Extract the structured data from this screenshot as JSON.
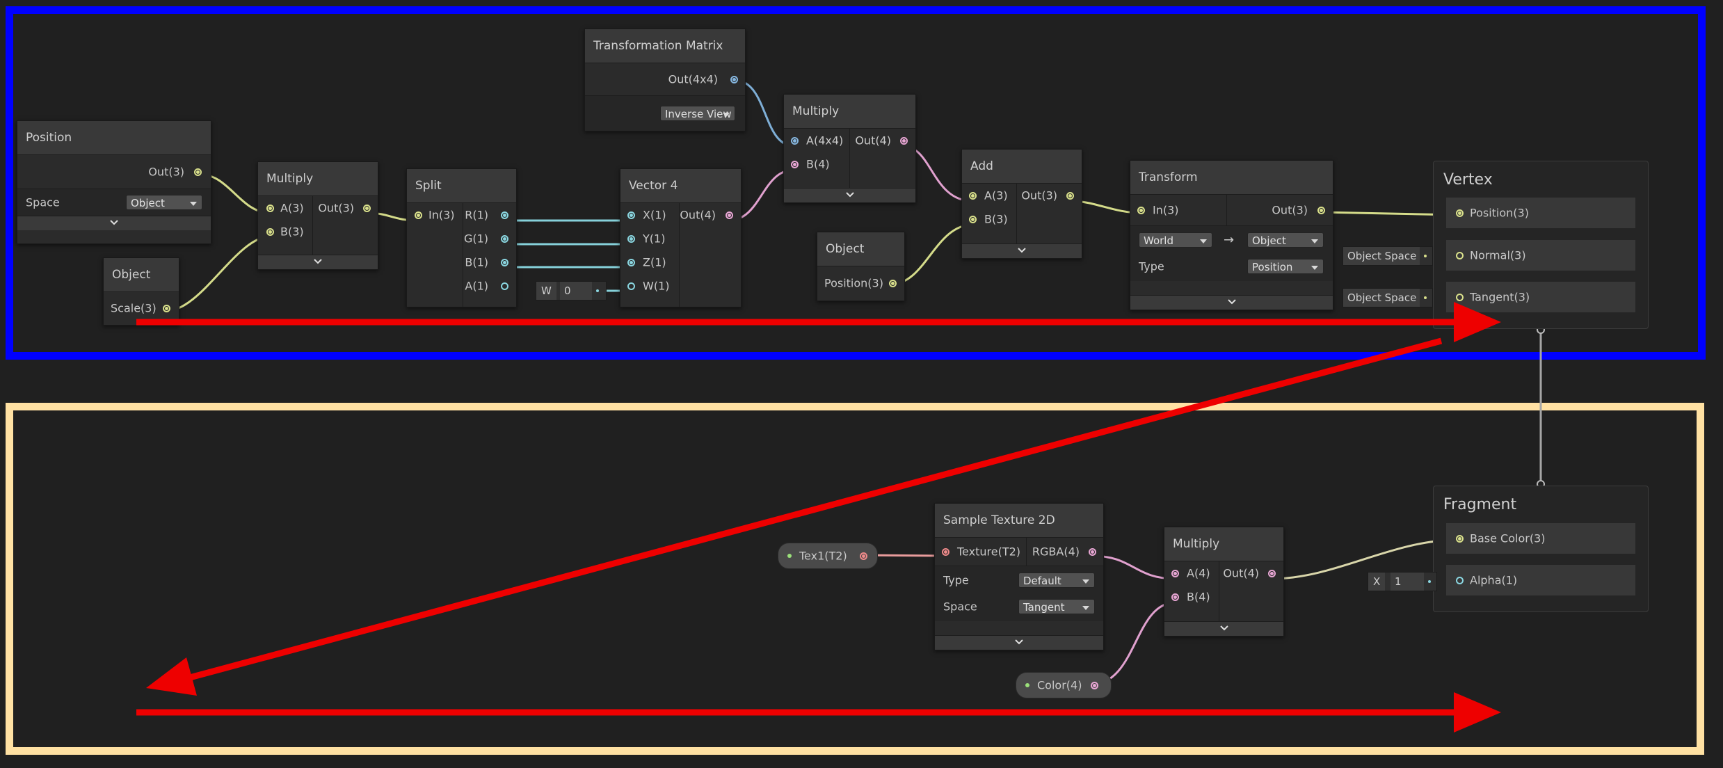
{
  "nodes": {
    "position": {
      "title": "Position",
      "out": "Out(3)",
      "space_label": "Space",
      "space_value": "Object"
    },
    "object_scale": {
      "title": "Object",
      "out": "Scale(3)"
    },
    "multiply1": {
      "title": "Multiply",
      "in_a": "A(3)",
      "in_b": "B(3)",
      "out": "Out(3)"
    },
    "split": {
      "title": "Split",
      "in": "In(3)",
      "out_r": "R(1)",
      "out_g": "G(1)",
      "out_b": "B(1)",
      "out_a": "A(1)"
    },
    "vector4": {
      "title": "Vector 4",
      "in_x": "X(1)",
      "in_y": "Y(1)",
      "in_z": "Z(1)",
      "in_w": "W(1)",
      "out": "Out(4)",
      "w_tag": "W",
      "w_value": "0"
    },
    "transformation_matrix": {
      "title": "Transformation Matrix",
      "out": "Out(4x4)",
      "mode_value": "Inverse View"
    },
    "multiply2": {
      "title": "Multiply",
      "in_a": "A(4x4)",
      "in_b": "B(4)",
      "out": "Out(4)"
    },
    "object_position": {
      "title": "Object",
      "out": "Position(3)"
    },
    "add": {
      "title": "Add",
      "in_a": "A(3)",
      "in_b": "B(3)",
      "out": "Out(3)"
    },
    "transform": {
      "title": "Transform",
      "in": "In(3)",
      "out": "Out(3)",
      "from_value": "World",
      "arrow": "→",
      "to_value": "Object",
      "type_label": "Type",
      "type_value": "Position"
    },
    "sample_texture": {
      "title": "Sample Texture 2D",
      "in": "Texture(T2)",
      "out": "RGBA(4)",
      "type_label": "Type",
      "type_value": "Default",
      "space_label": "Space",
      "space_value": "Tangent"
    },
    "multiply3": {
      "title": "Multiply",
      "in_a": "A(4)",
      "in_b": "B(4)",
      "out": "Out(4)"
    }
  },
  "properties": {
    "tex": "Tex1(T2)",
    "color": "Color(4)"
  },
  "master": {
    "vertex": {
      "title": "Vertex",
      "slots": [
        "Position(3)",
        "Normal(3)",
        "Tangent(3)"
      ],
      "normal_default": "Object Space",
      "tangent_default": "Object Space"
    },
    "fragment": {
      "title": "Fragment",
      "slots": [
        "Base Color(3)",
        "Alpha(1)"
      ],
      "alpha_tag": "X",
      "alpha_value": "1"
    }
  },
  "colors": {
    "vertex_region": "#0000ff",
    "fragment_region": "#ffe1a3",
    "annotation_arrows": "#ee0000"
  }
}
